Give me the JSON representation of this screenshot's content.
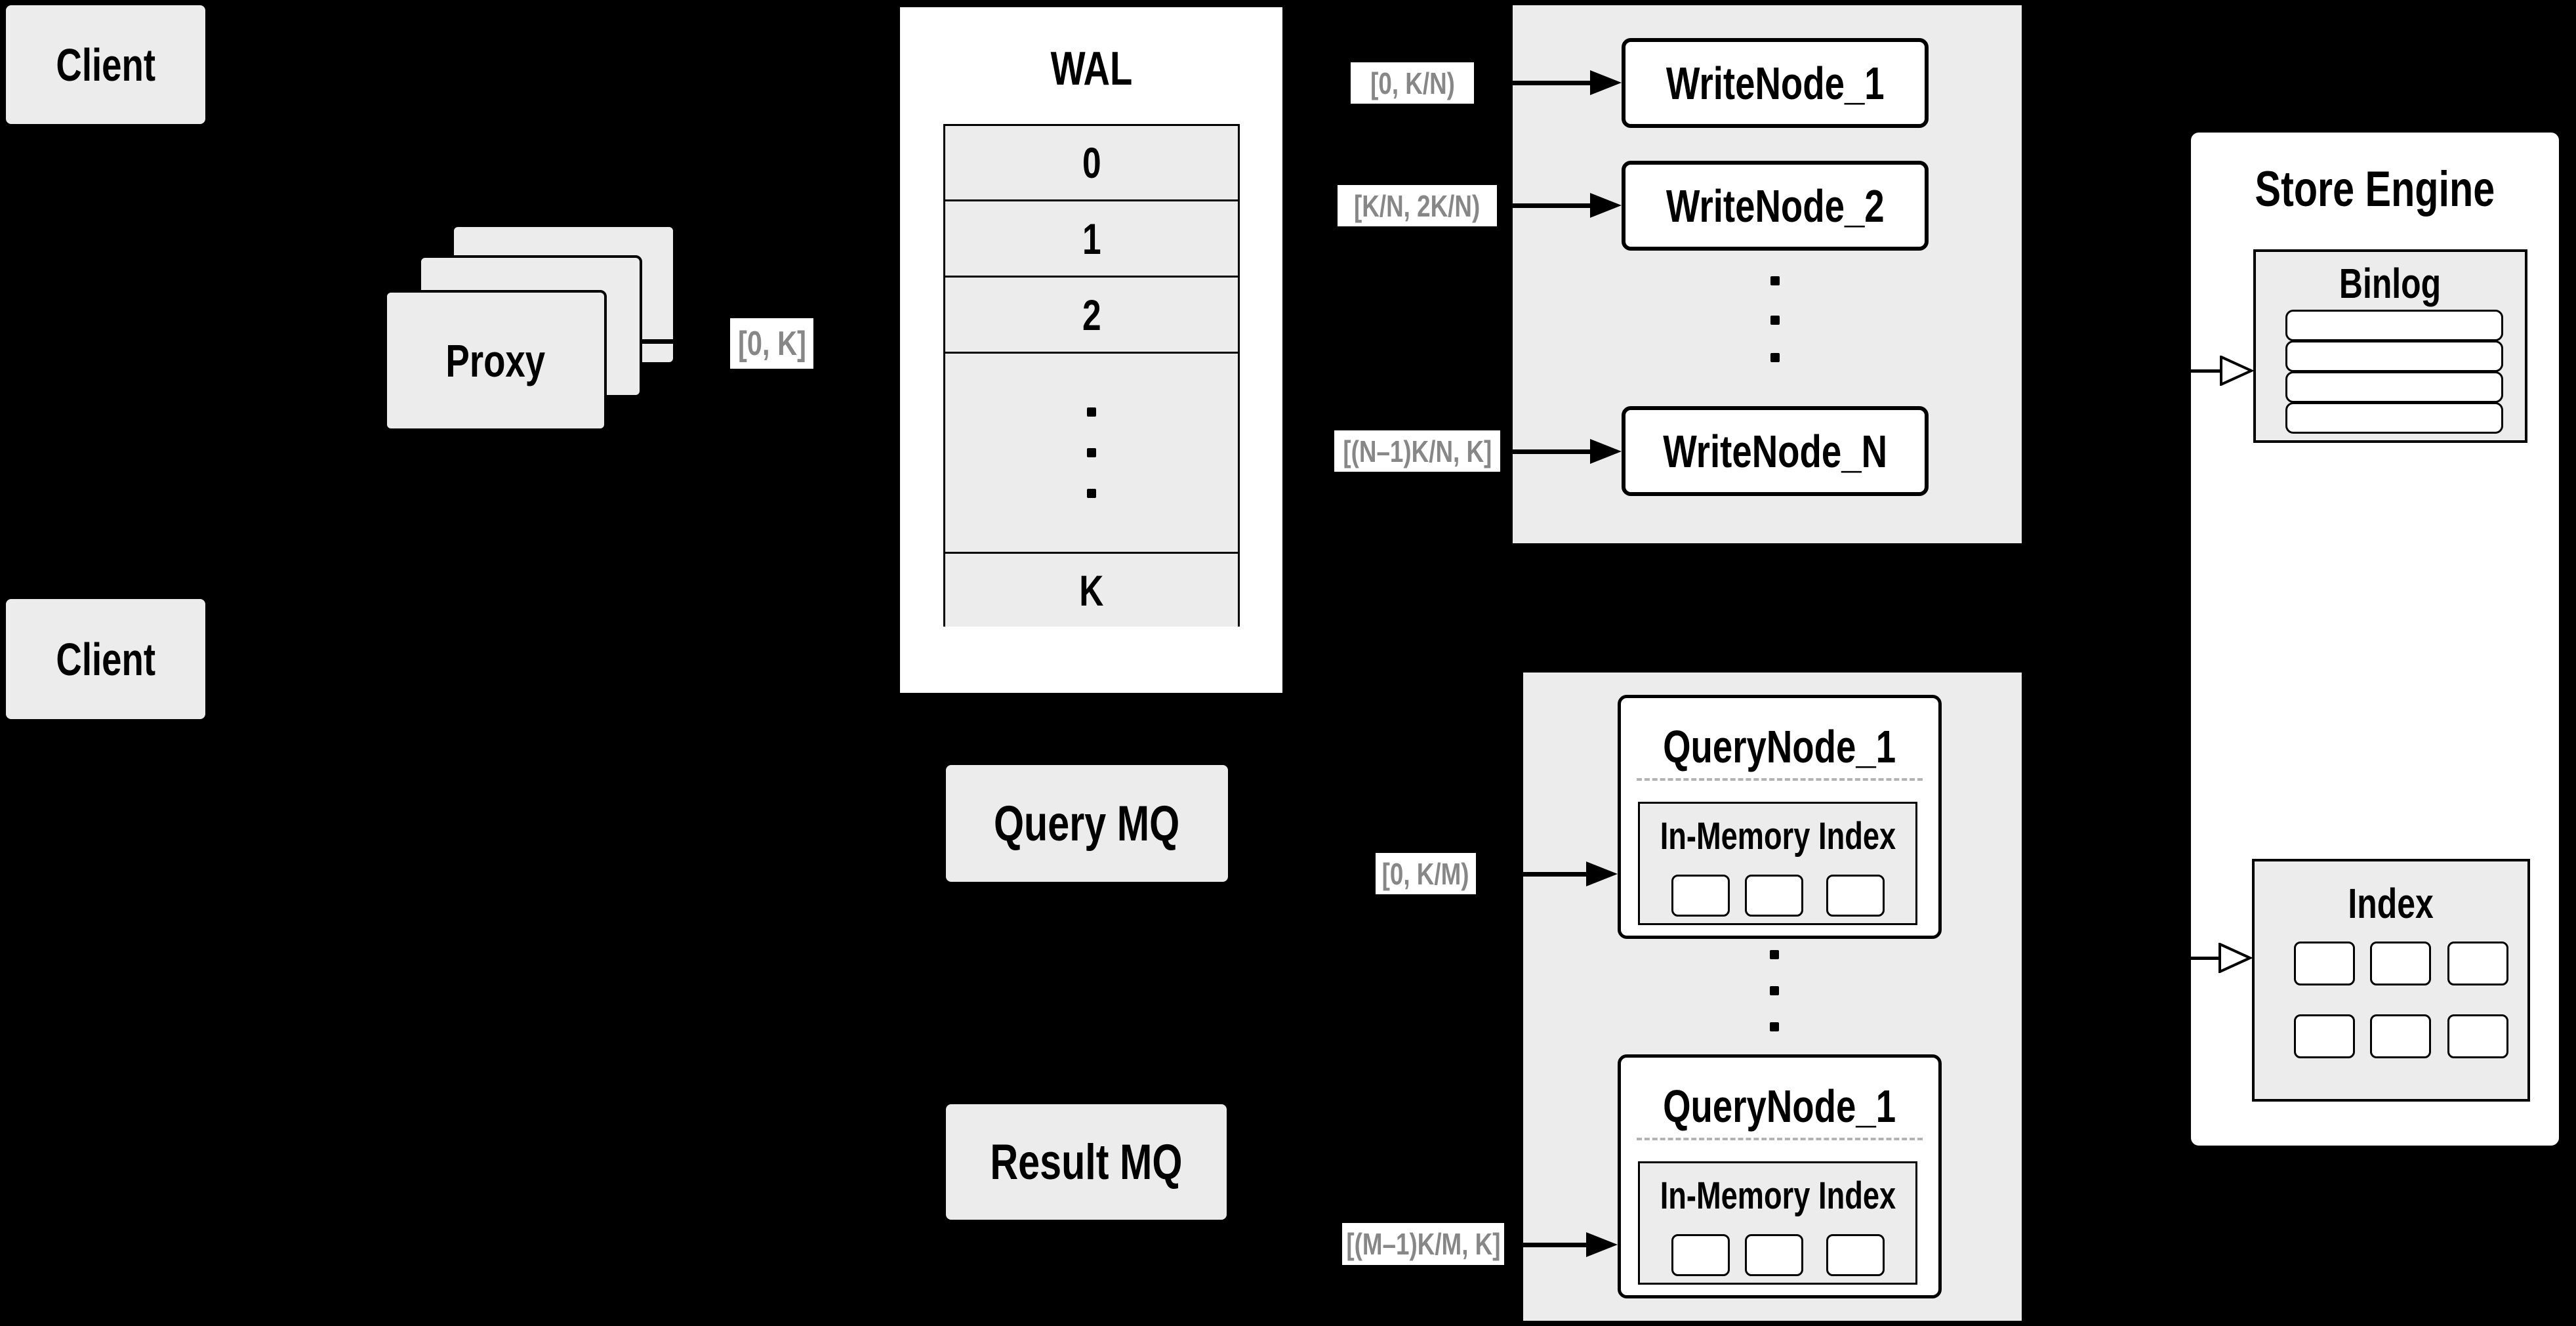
{
  "colors": {
    "background": "#000000",
    "panel_gray": "#ececec",
    "box_white": "#ffffff",
    "label_gray_text": "#878787",
    "dashed_separator": "#b3b3b3"
  },
  "clients": {
    "top_label": "Client",
    "bottom_label": "Client"
  },
  "proxy": {
    "label": "Proxy"
  },
  "range_labels": {
    "proxy_to_wal": "[0, K]",
    "write_node_1": "[0,  K/N)",
    "write_node_2": "[K/N, 2K/N)",
    "write_node_n": "[(N–1)K/N,  K]",
    "query_node_1": "[0, K/M)",
    "query_node_m": "[(M–1)K/M, K]"
  },
  "wal": {
    "title": "WAL",
    "rows": [
      "0",
      "1",
      "2"
    ],
    "last_row": "K"
  },
  "write_cluster": {
    "node_1": "WriteNode_1",
    "node_2": "WriteNode_2",
    "node_n": "WriteNode_N"
  },
  "query_cluster": {
    "top": {
      "title": "QueryNode_1",
      "inner_title": "In-Memory Index"
    },
    "bottom": {
      "title": "QueryNode_1",
      "inner_title": "In-Memory Index"
    }
  },
  "mq": {
    "query": "Query MQ",
    "result": "Result MQ"
  },
  "store_engine": {
    "title": "Store Engine",
    "binlog_title": "Binlog",
    "index_title": "Index"
  }
}
